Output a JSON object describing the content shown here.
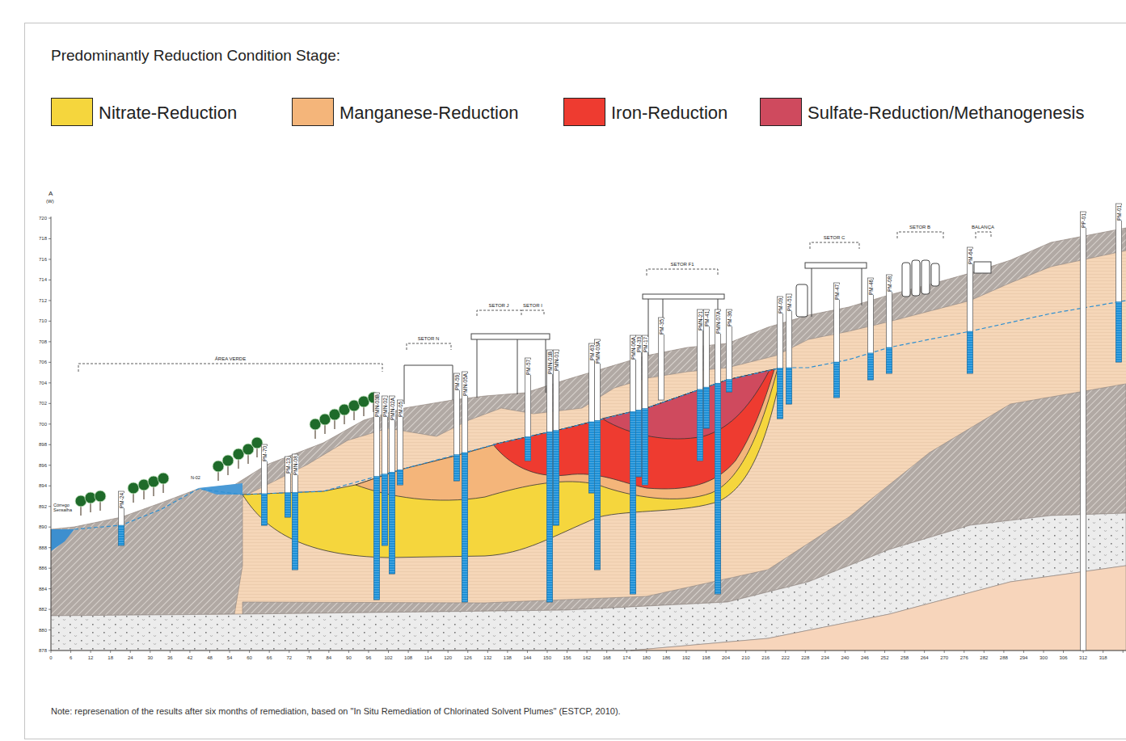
{
  "diagram": {
    "title": "Predominantly Reduction Condition Stage:",
    "caption": "Note: represenation of the results after six months of remediation, based on \"In Situ Remediation of Chlorinated Solvent Plumes\" (ESTCP, 2010).",
    "labels": [
      "A",
      "(W)",
      "720",
      "718",
      "716",
      "714",
      "712",
      "710",
      "708",
      "706",
      "704",
      "702",
      "700",
      "898",
      "896",
      "894",
      "892",
      "890",
      "888",
      "886",
      "884",
      "882",
      "880",
      "878",
      "0",
      "6",
      "12",
      "18",
      "24",
      "30",
      "36",
      "42",
      "48",
      "54",
      "60",
      "66",
      "72",
      "78",
      "84",
      "90",
      "96",
      "102",
      "108",
      "114",
      "120",
      "126",
      "132",
      "138",
      "144",
      "150",
      "156",
      "162",
      "168",
      "174",
      "180",
      "186",
      "192",
      "198",
      "204",
      "210",
      "216",
      "222",
      "228",
      "234",
      "240",
      "246",
      "252",
      "258",
      "264",
      "270",
      "276",
      "282",
      "288",
      "294",
      "300",
      "306",
      "312",
      "318",
      "ÁREA VERDE",
      "SETOR N",
      "SETOR J",
      "SETOR I",
      "SETOR F1",
      "SETOR C",
      "SETOR B",
      "BALANÇA",
      "Córrego Sensalha",
      "N-02",
      "PM-24",
      "PM-70",
      "PM-13",
      "PMN-08",
      "PMN-03B",
      "PMN-02",
      "PMN-02A",
      "PM-05",
      "PM-59",
      "PMN-05A",
      "PM-57",
      "PMN-01B",
      "PMN-01",
      "PM-63",
      "PMN-03A",
      "PMN-06A",
      "PM-33",
      "PM-17",
      "PM-35",
      "PMN-21",
      "PM-41",
      "PMN-07A",
      "PM-36",
      "PM-09",
      "PM-51",
      "PM-47",
      "PM-46",
      "PM-08",
      "PM-64",
      "PP-01",
      "PM-01"
    ],
    "legend": [
      {
        "text": "Nitrate-Reduction",
        "color": "#f5d63d"
      },
      {
        "text": "Manganese-Reduction",
        "color": "#f4b57a"
      },
      {
        "text": "Iron-Reduction",
        "color": "#ee3b30"
      },
      {
        "text": "Sulfate-Reduction/Methanogenesis",
        "color": "#cf4a5e"
      }
    ]
  }
}
